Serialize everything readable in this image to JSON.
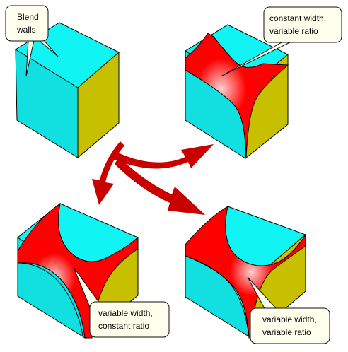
{
  "colors": {
    "top_face": "#10f4f4",
    "front_face": "#12e0e0",
    "right_face": "#c6c000",
    "blend": "#ff0000",
    "blend_highlight": "#ffd0d0",
    "arrow": "#c80000",
    "callout_fill": "#ffffee",
    "callout_stroke": "#0f0f0f"
  },
  "callouts": {
    "blend_walls": {
      "line1": "Blend",
      "line2": "walls"
    },
    "constant_width": {
      "line1": "constant width,",
      "line2": "variable ratio"
    },
    "variable_constant": {
      "line1": "variable width,",
      "line2": "constant ratio"
    },
    "variable_variable": {
      "line1": "variable width,",
      "line2": "variable ratio"
    }
  },
  "cubes": [
    {
      "id": "cube-plain",
      "blend": "none"
    },
    {
      "id": "cube-constant-width-variable-ratio",
      "blend": "constant width, variable ratio"
    },
    {
      "id": "cube-variable-width-constant-ratio",
      "blend": "variable width, constant ratio"
    },
    {
      "id": "cube-variable-width-variable-ratio",
      "blend": "variable width, variable ratio"
    }
  ],
  "arrows": [
    {
      "id": "arrow-to-constant-width",
      "target": "cube-constant-width-variable-ratio"
    },
    {
      "id": "arrow-to-variable-constant",
      "target": "cube-variable-width-constant-ratio"
    },
    {
      "id": "arrow-to-variable-variable",
      "target": "cube-variable-width-variable-ratio"
    }
  ]
}
